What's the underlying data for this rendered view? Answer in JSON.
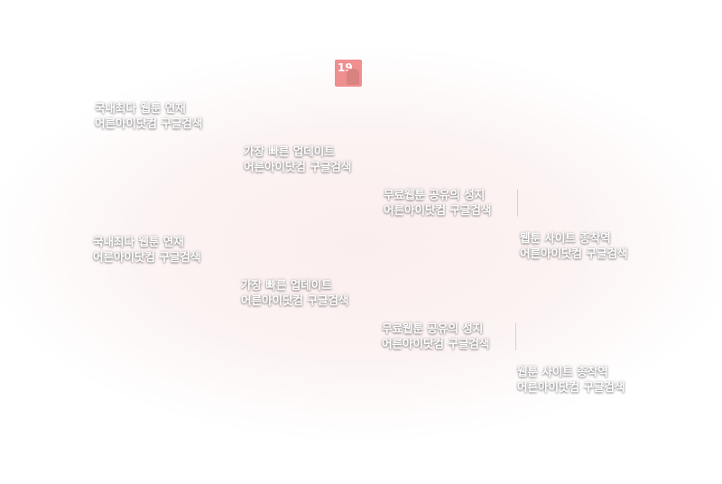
{
  "badge": {
    "label": "19",
    "icon": "adult-19-icon",
    "color": "#f08f8f"
  },
  "blocks": [
    {
      "title": "국내최다 웹툰 연재",
      "subtitle": "어른아이닷컴 구글검색"
    },
    {
      "title": "가장 빠른 업데이트",
      "subtitle": "어른아이닷컴 구글검색"
    },
    {
      "title": "무료웹툰 공유의 성지",
      "subtitle": "어른아이닷컴 구글검색"
    },
    {
      "title": "웹툰 사이트 종착역",
      "subtitle": "어른아이닷컴 구글검색"
    }
  ]
}
